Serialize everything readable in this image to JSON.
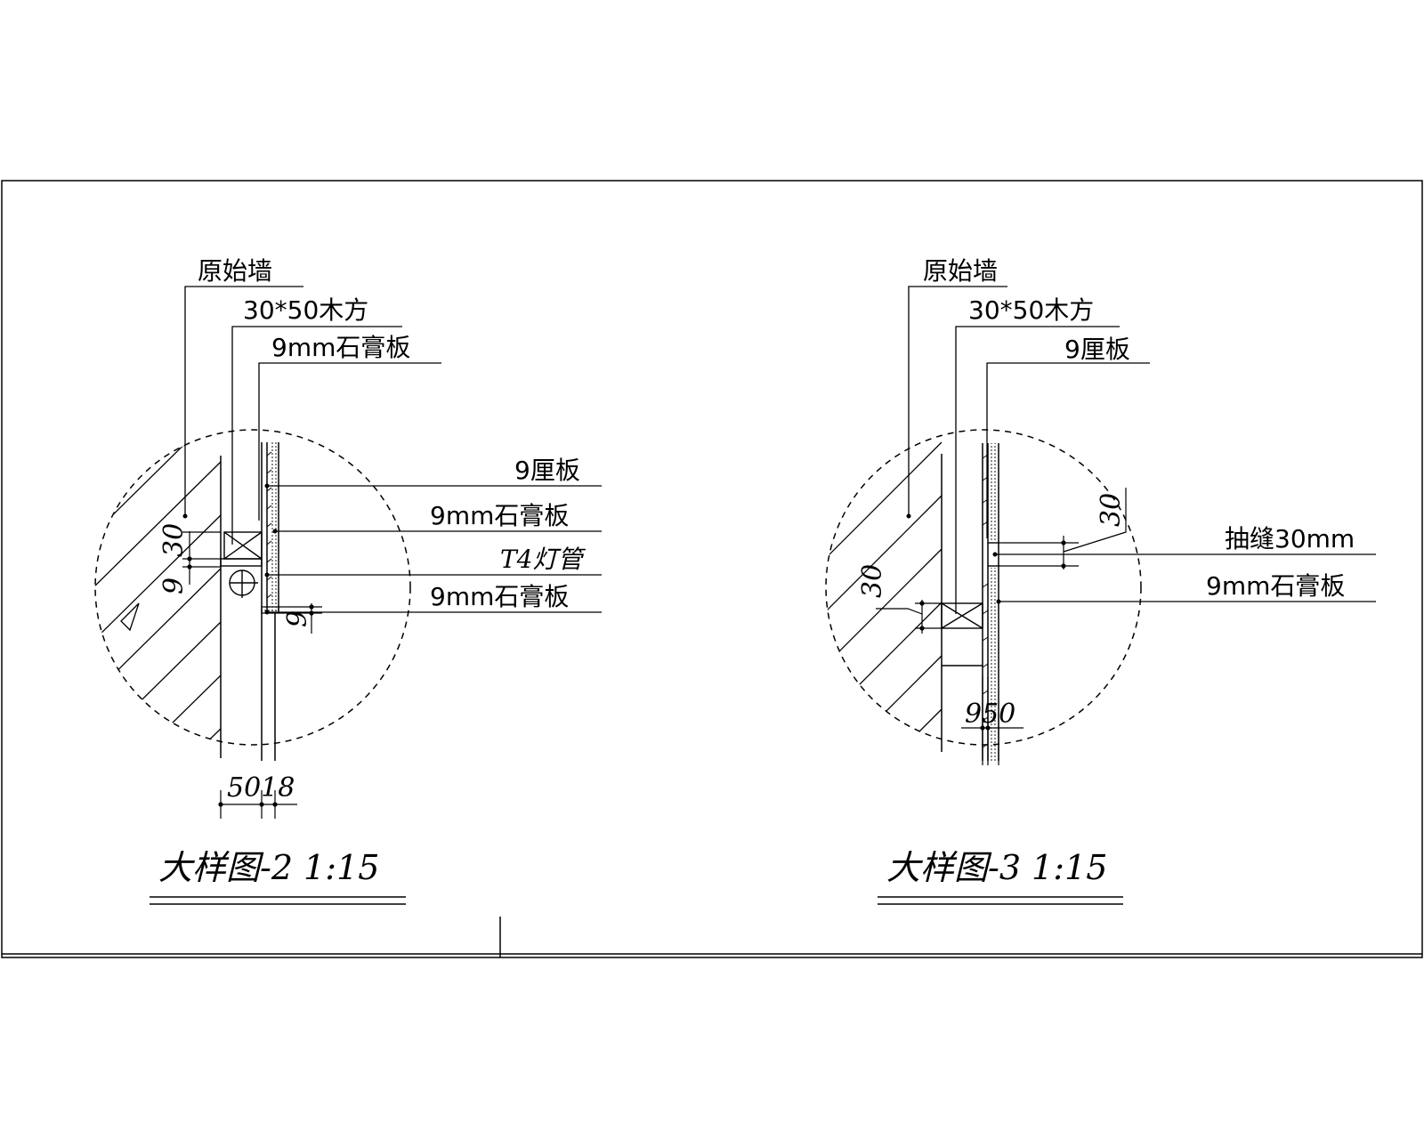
{
  "detail_2": {
    "labels": {
      "original_wall": "原始墙",
      "wood_batten": "30*50木方",
      "gypsum_top": "9mm石膏板",
      "plywood": "9厘板",
      "gypsum_mid": "9mm石膏板",
      "lamp": "T4灯管",
      "gypsum_bottom": "9mm石膏板"
    },
    "dims": {
      "d_9": "9",
      "d_30": "30",
      "d_9b": "9",
      "d_bottom": "5018"
    },
    "title": "大样图-2 1:15"
  },
  "detail_3": {
    "labels": {
      "original_wall": "原始墙",
      "wood_batten": "30*50木方",
      "plywood": "9厘板",
      "groove": "抽缝30mm",
      "gypsum": "9mm石膏板"
    },
    "dims": {
      "d_30_right": "30",
      "d_30_left": "30",
      "d_bottom": "950"
    },
    "title": "大样图-3 1:15"
  }
}
